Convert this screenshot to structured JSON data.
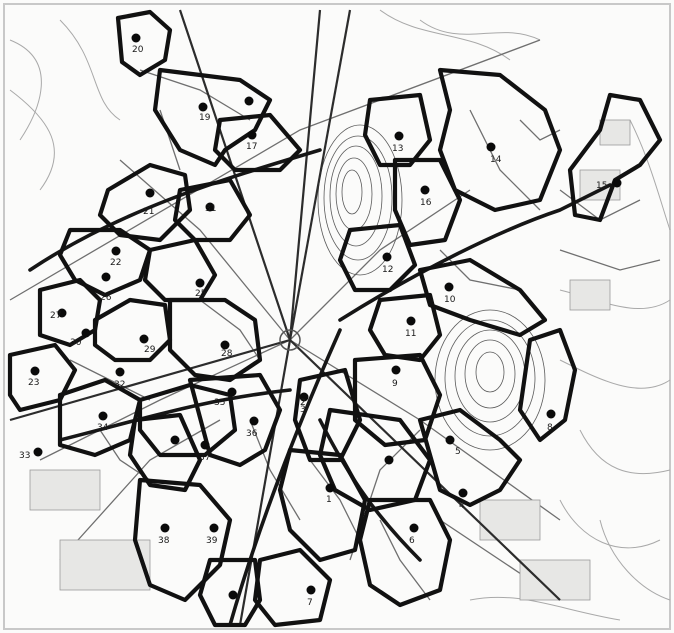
{
  "map": {
    "background_color": "#fbfbfa",
    "ink_color": "#111111",
    "districts": [
      {
        "id": "20",
        "label": "20"
      },
      {
        "id": "19",
        "label": "19"
      },
      {
        "id": "17",
        "label": "17"
      },
      {
        "id": "21",
        "label": "21"
      },
      {
        "id": "31",
        "label": "31"
      },
      {
        "id": "22",
        "label": "22"
      },
      {
        "id": "26",
        "label": "26"
      },
      {
        "id": "25",
        "label": "25"
      },
      {
        "id": "27",
        "label": "27"
      },
      {
        "id": "30",
        "label": "30"
      },
      {
        "id": "29",
        "label": "29"
      },
      {
        "id": "28",
        "label": "28"
      },
      {
        "id": "23",
        "label": "23"
      },
      {
        "id": "32",
        "label": "32"
      },
      {
        "id": "35",
        "label": "35"
      },
      {
        "id": "34",
        "label": "34"
      },
      {
        "id": "36",
        "label": "36"
      },
      {
        "id": "37",
        "label": "37"
      },
      {
        "id": "33",
        "label": "33"
      },
      {
        "id": "38",
        "label": "38"
      },
      {
        "id": "39",
        "label": "39"
      },
      {
        "id": "13",
        "label": "13"
      },
      {
        "id": "14",
        "label": "14"
      },
      {
        "id": "16",
        "label": "16"
      },
      {
        "id": "15",
        "label": "15"
      },
      {
        "id": "12",
        "label": "12"
      },
      {
        "id": "10",
        "label": "10"
      },
      {
        "id": "11",
        "label": "11"
      },
      {
        "id": "9",
        "label": "9"
      },
      {
        "id": "8",
        "label": "8"
      },
      {
        "id": "5",
        "label": "5"
      },
      {
        "id": "4",
        "label": "4"
      },
      {
        "id": "6",
        "label": "6"
      },
      {
        "id": "3",
        "label": "3"
      },
      {
        "id": "2",
        "label": "2"
      },
      {
        "id": "1",
        "label": "1"
      },
      {
        "id": "7",
        "label": "7"
      }
    ]
  }
}
